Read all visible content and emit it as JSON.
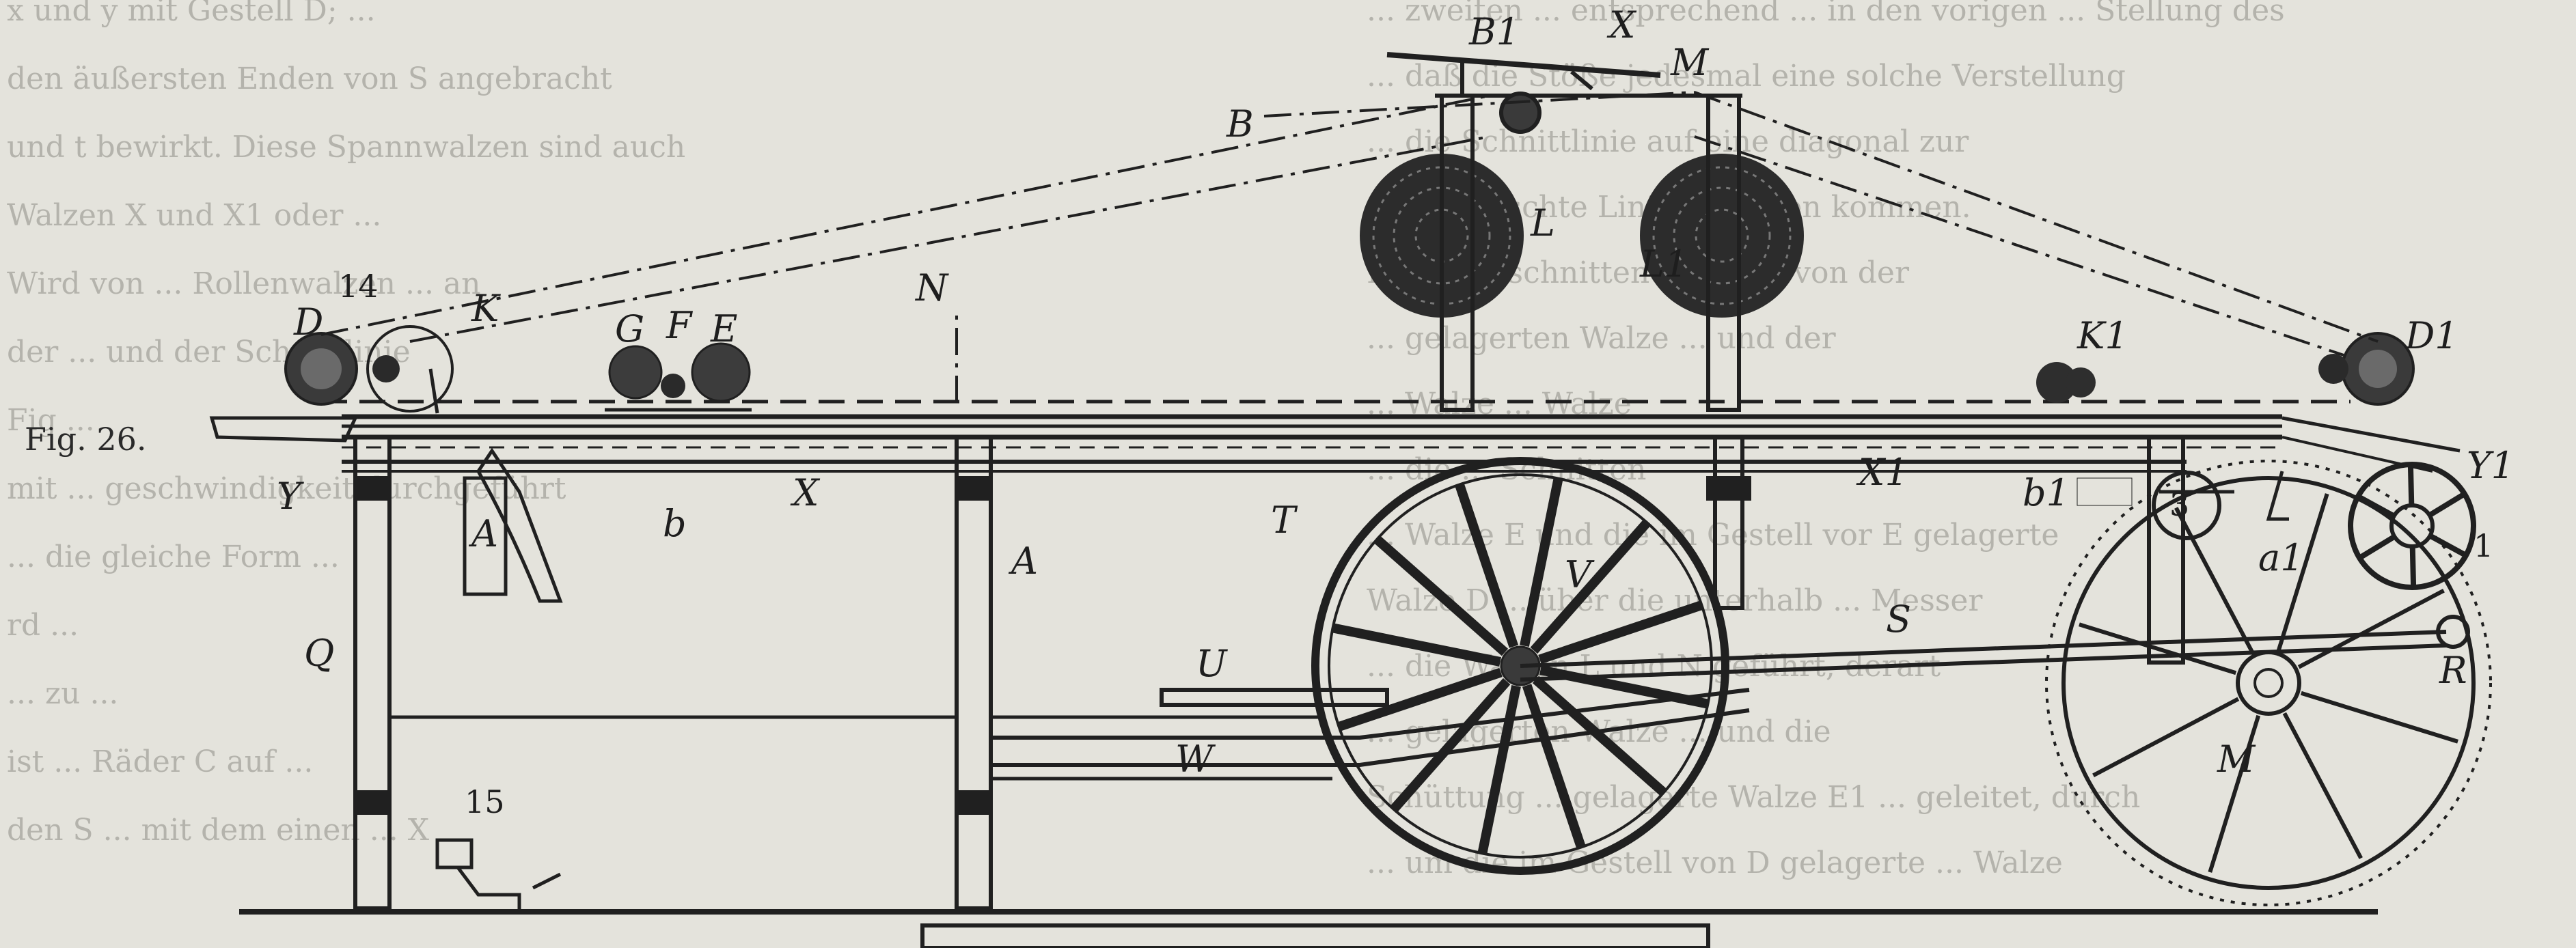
{
  "figure": {
    "caption": "Fig. 26."
  },
  "labels": {
    "D": "D",
    "num14": "14",
    "K": "K",
    "N": "N",
    "G": "G",
    "F": "F",
    "E": "E",
    "B1": "B1",
    "X_top": "X",
    "M_top": "M",
    "B": "B",
    "L": "L",
    "L1": "L1",
    "K1": "K1",
    "D1": "D1",
    "Y": "Y",
    "Y1": "Y1",
    "A_knife": "A",
    "b": "b",
    "X": "X",
    "X1": "X1",
    "b1": "b1",
    "T": "T",
    "V": "V",
    "A1_lower": "A",
    "a1": "a1",
    "num3": "3",
    "num1": "1",
    "S": "S",
    "R": "R",
    "U": "U",
    "W": "W",
    "M": "M",
    "num15": "15",
    "Q": "Q"
  },
  "background_text": {
    "left": [
      "x und y mit Gestell D; ...",
      "den äußersten Enden von S angebracht",
      "und t bewirkt. Diese Spannwalzen sind auch",
      "Walzen X und X1 oder ...",
      "Wird von ... Rollenwalzen ... an",
      "der ... und der Schnittlinie",
      "Fig ...",
      "mit ... geschwindigkeit durchgeführt",
      "... die gleiche Form ... ",
      "rd ...",
      "... zu ...",
      "ist ... Räder C auf ...",
      "den S ... mit dem einen ... X"
    ],
    "right": [
      "... zweiten ... entsprechend ... in den vorigen ... Stellung des",
      "... daß die Stöße jedesmal eine solche Verstellung",
      "... die Schnittlinie auf eine diagonal zur",
      "... gewünschte Linie zu liegen kommen.",
      "Der ... geschnittene ... wird von der",
      "... gelagerten Walze ... und der",
      "... Walze ... Walze",
      "... die ... Schnitten",
      "... Walze E und die im Gestell vor E gelagerte",
      "Walze D ... über die unterhalb ... Messer",
      "... die Walzen L und N geführt, derart",
      "... gelagerten Walze ... und die",
      "Schüttung ... gelagerte Walze E1 ... geleitet, durch",
      "... um die im Gestell von D gelagerte ... Walze"
    ]
  }
}
